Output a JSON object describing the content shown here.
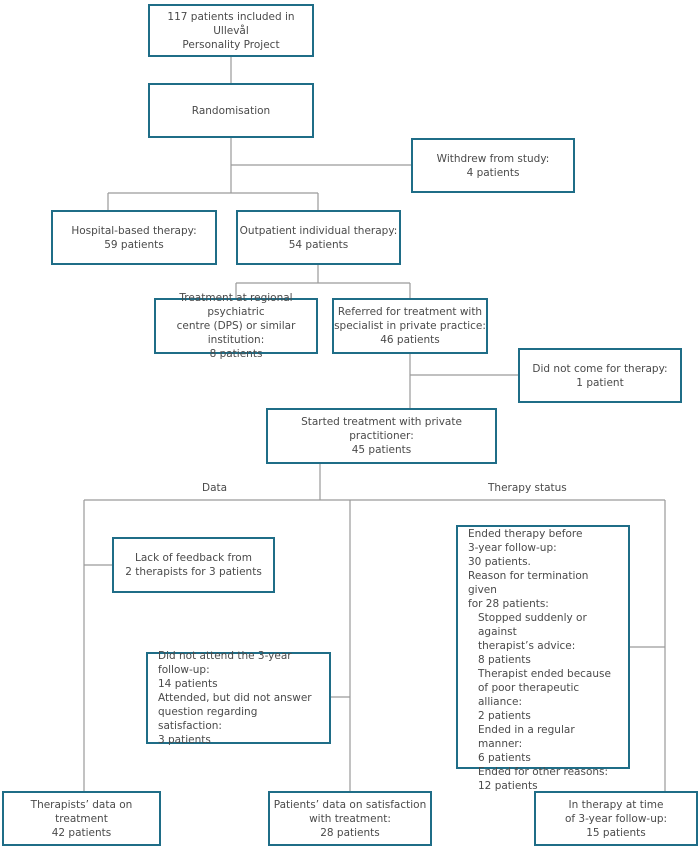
{
  "included": {
    "line1": "117 patients included in Ullevål",
    "line2": "Personality Project"
  },
  "randomisation": {
    "label": "Randomisation"
  },
  "withdrew": {
    "line1": "Withdrew from study:",
    "line2": "4 patients"
  },
  "hospital": {
    "line1": "Hospital-based therapy:",
    "line2": "59 patients"
  },
  "outpatient": {
    "line1": "Outpatient individual therapy:",
    "line2": "54 patients"
  },
  "regional": {
    "line1": "Treatment at regional psychiatric",
    "line2": "centre (DPS) or similar institution:",
    "line3": "8 patients"
  },
  "referred": {
    "line1": "Referred for treatment with",
    "line2": "specialist in private practice:",
    "line3": "46 patients"
  },
  "did_not_come": {
    "line1": "Did not come for therapy:",
    "line2": "1 patient"
  },
  "started": {
    "line1": "Started treatment with private practitioner:",
    "line2": "45 patients"
  },
  "labels": {
    "data": "Data",
    "therapy_status": "Therapy status"
  },
  "lack_feedback": {
    "line1": "Lack of feedback from",
    "line2": "2 therapists for 3 patients"
  },
  "followup": {
    "line1": "Did not attend the 3-year follow-up:",
    "line2": "14 patients",
    "line3": "Attended, but did not answer",
    "line4": "question regarding satisfaction:",
    "line5": "3 patients"
  },
  "ended": {
    "l1": "Ended therapy before",
    "l2": "3-year follow-up:",
    "l3": "30 patients.",
    "l4": "Reason for termination given",
    "l5": "for 28 patients:",
    "r1a": "Stopped suddenly or against",
    "r1b": "therapist’s advice:",
    "r1c": "8 patients",
    "r2a": "Therapist ended because",
    "r2b": "of poor therapeutic alliance:",
    "r2c": "2 patients",
    "r3a": "Ended in a regular manner:",
    "r3b": "6 patients",
    "r4a": "Ended for other reasons:",
    "r4b": "12 patients"
  },
  "therapists_data": {
    "line1": "Therapists’ data on",
    "line2": "treatment",
    "line3": "42 patients"
  },
  "patients_data": {
    "line1": "Patients’ data on satisfaction",
    "line2": "with treatment:",
    "line3": "28 patients"
  },
  "in_therapy": {
    "line1": "In therapy at time",
    "line2": "of 3-year follow-up:",
    "line3": "15 patients"
  }
}
